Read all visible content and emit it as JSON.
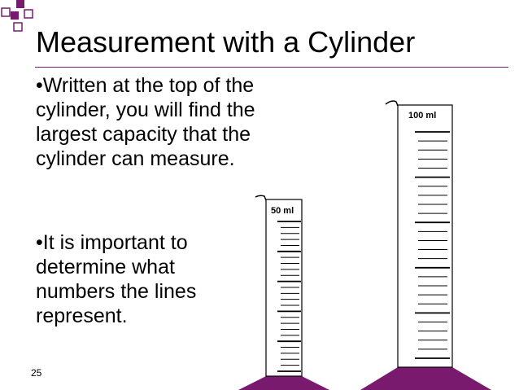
{
  "slide": {
    "title": "Measurement with a Cylinder",
    "bullets": [
      "•Written at the top of the cylinder, you will find the largest capacity that the cylinder can measure.",
      "•It is important to determine what numbers the lines represent."
    ],
    "slide_number": "25"
  },
  "cylinders": {
    "small": {
      "capacity_label": "50 ml"
    },
    "large": {
      "capacity_label": "100 ml"
    }
  },
  "colors": {
    "accent": "#7a1a6e",
    "base": "#7a1a6e",
    "corner_squares": "#7a1a6e"
  }
}
